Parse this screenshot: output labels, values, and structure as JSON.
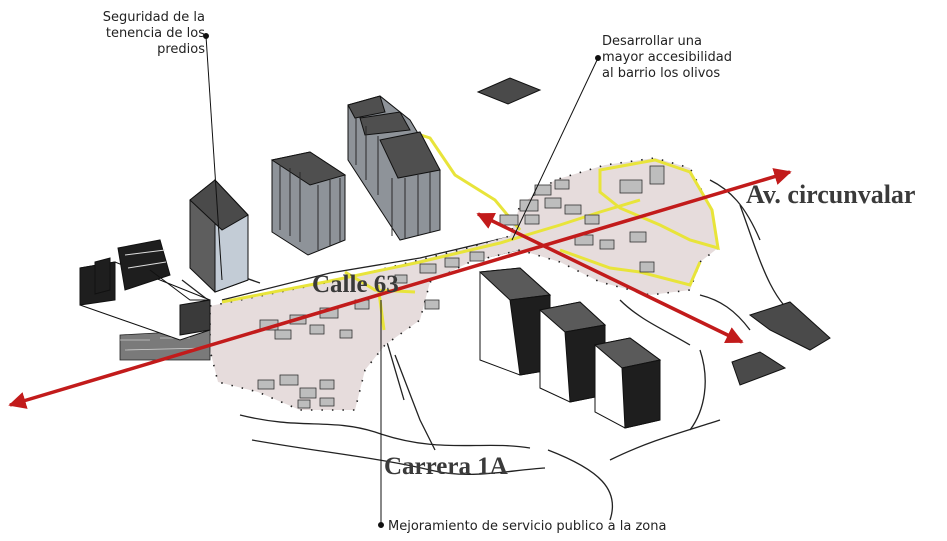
{
  "annotations": {
    "seguridad": "Seguridad de la\ntenencia de los\npredios",
    "accesibilidad": "Desarrollar una\nmayor accesibilidad\nal barrio los olivos",
    "servicio": "Mejoramiento de servicio publico a la zona"
  },
  "streets": {
    "avenida": "Av. circunvalar",
    "calle": "Calle 63",
    "carrera": "Carrera 1A"
  },
  "colors": {
    "arrow": "#c21b1b",
    "boundary": "#e8e43a",
    "zone_fill": "#e6dcdc",
    "building_dark": "#5a5a5a",
    "building_light": "#c3ccd6",
    "building_mid": "#8e9399"
  }
}
